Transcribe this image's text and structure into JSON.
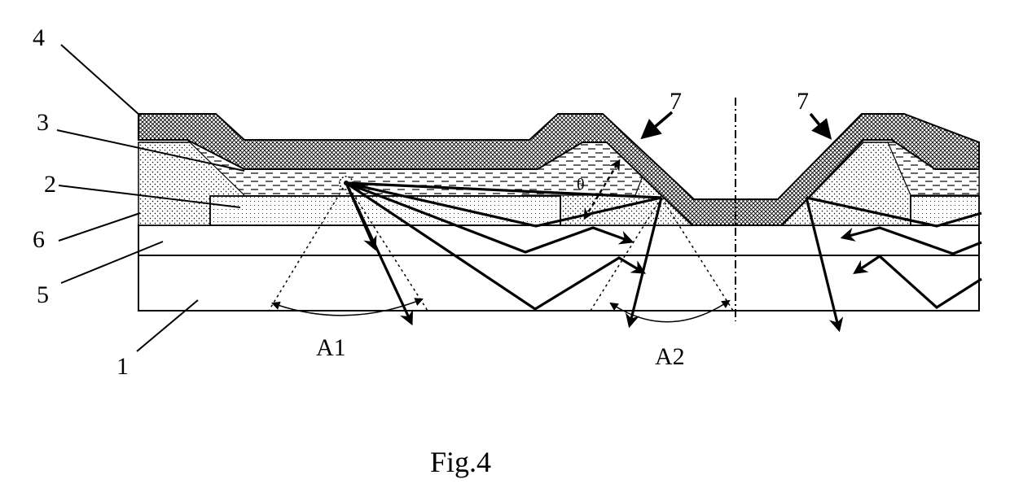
{
  "labels": {
    "l1": "1",
    "l2": "2",
    "l3": "3",
    "l4": "4",
    "l5": "5",
    "l6": "6",
    "l7a": "7",
    "l7b": "7",
    "a1": "A1",
    "a2": "A2",
    "theta": "θ"
  },
  "caption": "Fig.4"
}
